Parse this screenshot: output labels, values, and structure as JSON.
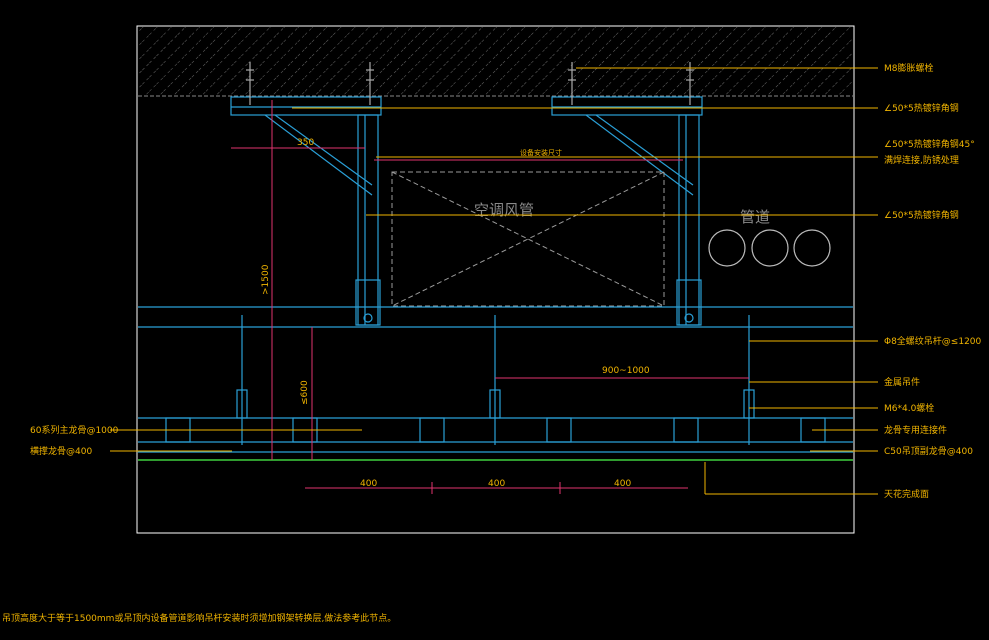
{
  "labels": {
    "anchor_bolt": "M8膨胀螺栓",
    "angle_steel_top": "∠50*5热镀锌角钢",
    "angle_steel_45": "∠50*5热镀锌角钢45°",
    "angle_steel_45_line2": "满焊连接,防锈处理",
    "angle_steel_mid": "∠50*5热镀锌角钢",
    "threaded_rod": "Φ8全螺纹吊杆@≤1200",
    "metal_hanger": "金属吊件",
    "nut": "M6*4.0螺栓",
    "main_keel_connector": "龙骨专用连接件",
    "c50_keel": "C50吊顶副龙骨@400",
    "ceiling_finish": "天花完成面",
    "main_keel_left": "60系列主龙骨@1000",
    "cross_keel_left": "横撑龙骨@400",
    "duct_label": "空调风管",
    "pipe_label": "管道",
    "duct_top_dim": "设备安装尺寸"
  },
  "dimensions": {
    "bracket_offset": "350",
    "height_over": ">1500",
    "hanger_height": "≤600",
    "hanger_spacing": "900~1000",
    "keel_spacing_1": "400",
    "keel_spacing_2": "400",
    "keel_spacing_3": "400"
  },
  "footnote": "吊顶高度大于等于1500mm或吊顶内设备管道影响吊杆安装时须增加钢架转换层,做法参考此节点。",
  "colors": {
    "background": "#000000",
    "border": "#ffffff",
    "structure": "#2a9fd6",
    "leader": "#f0b400",
    "dimension": "#e0336e",
    "hatch": "#777777",
    "finish": "#3fcf3f",
    "duct": "#9a9a9a"
  }
}
